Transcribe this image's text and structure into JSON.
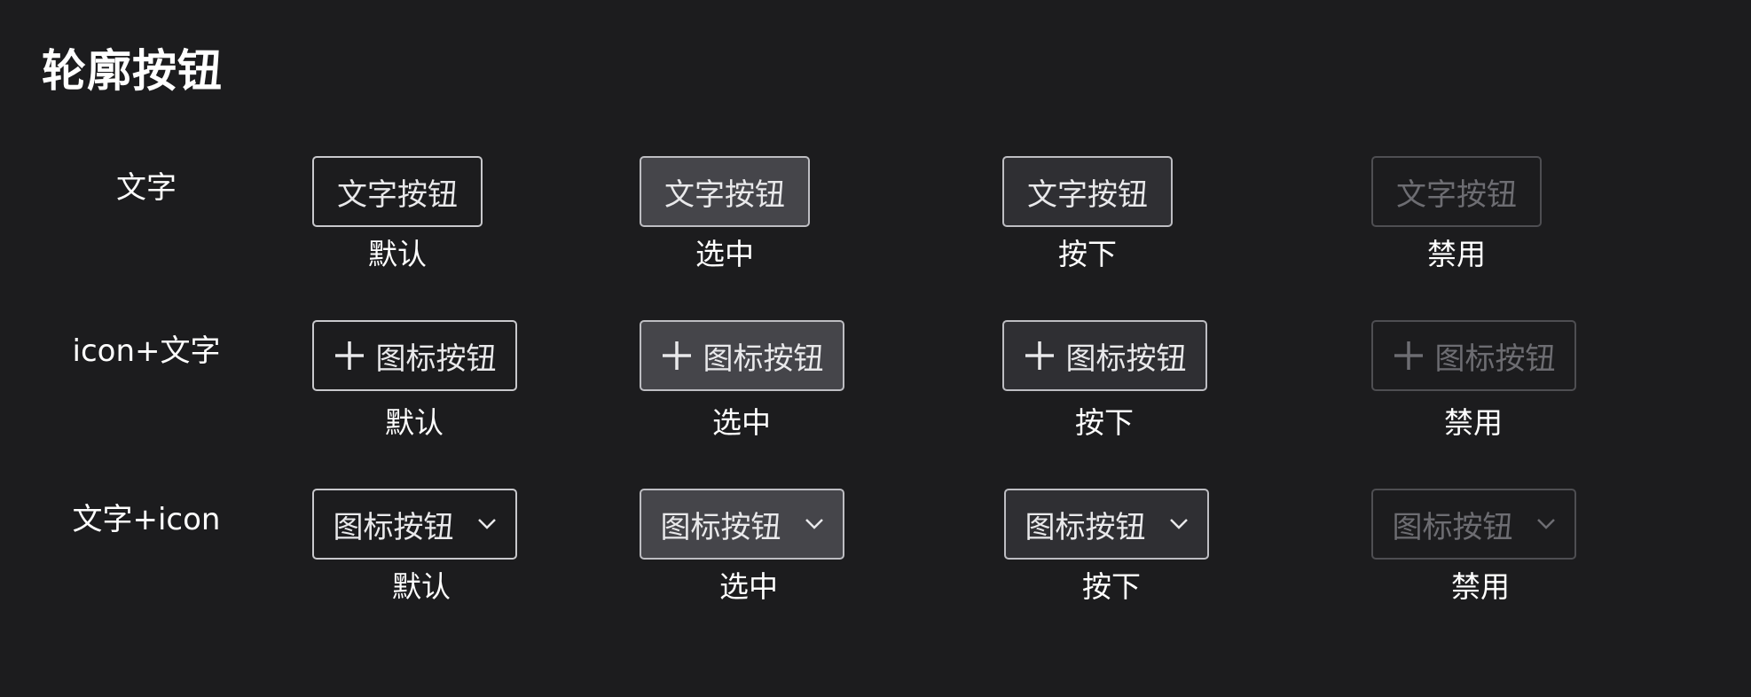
{
  "title": "轮廓按钮",
  "rows": [
    {
      "label": "文字",
      "button_text": "文字按钮"
    },
    {
      "label": "icon+文字",
      "button_text": "图标按钮"
    },
    {
      "label": "文字+icon",
      "button_text": "图标按钮"
    }
  ],
  "states": [
    "默认",
    "选中",
    "按下",
    "禁用"
  ],
  "icons": {
    "leading": "plus-icon",
    "trailing": "chevron-down-icon"
  },
  "colors": {
    "background": "#1c1c1e",
    "border": "#c8c8cc",
    "selected_fill": "#45454a",
    "pressed_fill": "#2f2f33",
    "disabled_border": "#4e4e52",
    "disabled_text": "#6d6d72"
  }
}
